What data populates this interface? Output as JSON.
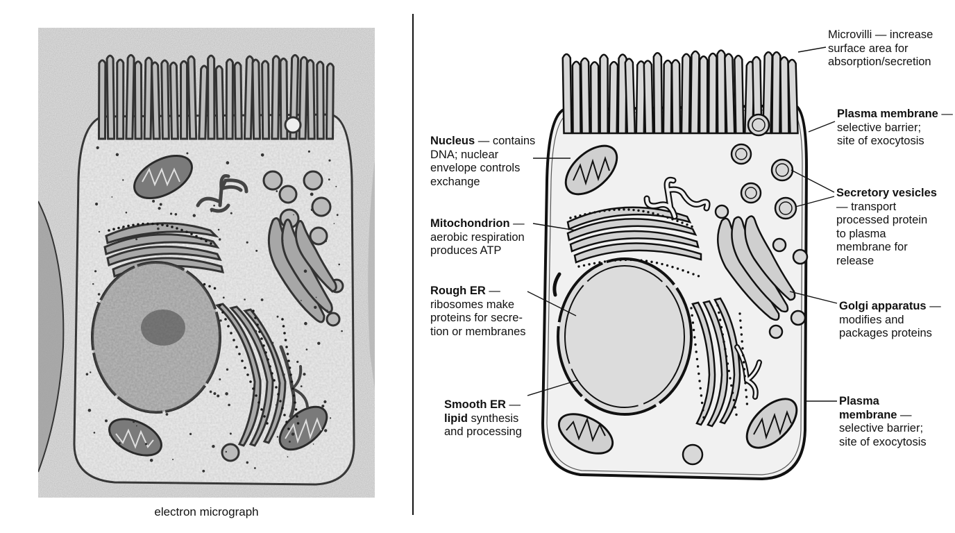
{
  "micrograph": {
    "caption": "electron micrograph"
  },
  "labels": {
    "microvilli": {
      "title": "Microvilli",
      "lines": [
        "Microvilli — increase",
        "surface area for",
        "absorption/secretion"
      ]
    },
    "plasma_top": {
      "title": "Plasma membrane",
      "dash": " —",
      "lines": [
        "selective barrier;",
        "site of exocytosis"
      ]
    },
    "nucleus": {
      "title": "Nucleus",
      "first_rest": " — contains",
      "lines": [
        "DNA; nuclear",
        "envelope controls",
        "exchange"
      ]
    },
    "mitochondrion": {
      "title": "Mitochondrion",
      "first_rest": " —",
      "lines": [
        "aerobic respiration",
        "produces ATP"
      ]
    },
    "rough_er": {
      "title": "Rough ER",
      "first_rest": " —",
      "lines": [
        "ribosomes make",
        "proteins for secre-",
        "tion or membranes"
      ]
    },
    "smooth_er": {
      "title": "Smooth ER",
      "first_rest": " —",
      "bold_word": "lipid",
      "second_rest": " synthesis",
      "lines": [
        "and processing"
      ]
    },
    "secretory": {
      "title": "Secretory vesicles",
      "lines": [
        "— transport",
        "processed protein",
        "to plasma",
        "membrane for",
        "release"
      ]
    },
    "golgi": {
      "title": "Golgi apparatus",
      "first_rest": " —",
      "lines": [
        "modifies and",
        "packages proteins"
      ]
    },
    "plasma_bottom": {
      "title_line1": "Plasma",
      "title_line2": "membrane",
      "dash": " —",
      "lines": [
        "selective barrier;",
        "site of exocytosis"
      ]
    }
  },
  "colors": {
    "ink": "#111111",
    "cell_fill": "#f1f1f1",
    "organelle_fill": "#d6d6d6",
    "micro_bg": "#eaeaea"
  }
}
